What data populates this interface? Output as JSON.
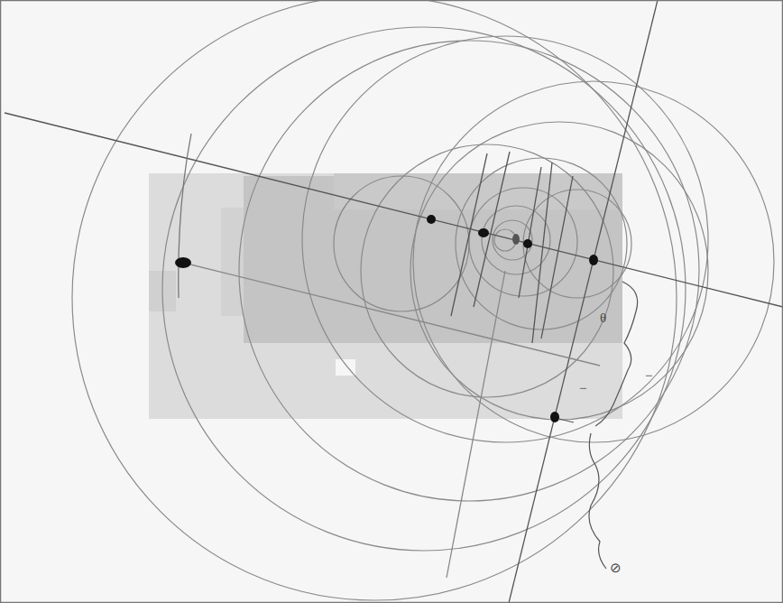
{
  "diagram": {
    "labels": [
      "θ",
      "−",
      "−",
      "⊘"
    ]
  }
}
